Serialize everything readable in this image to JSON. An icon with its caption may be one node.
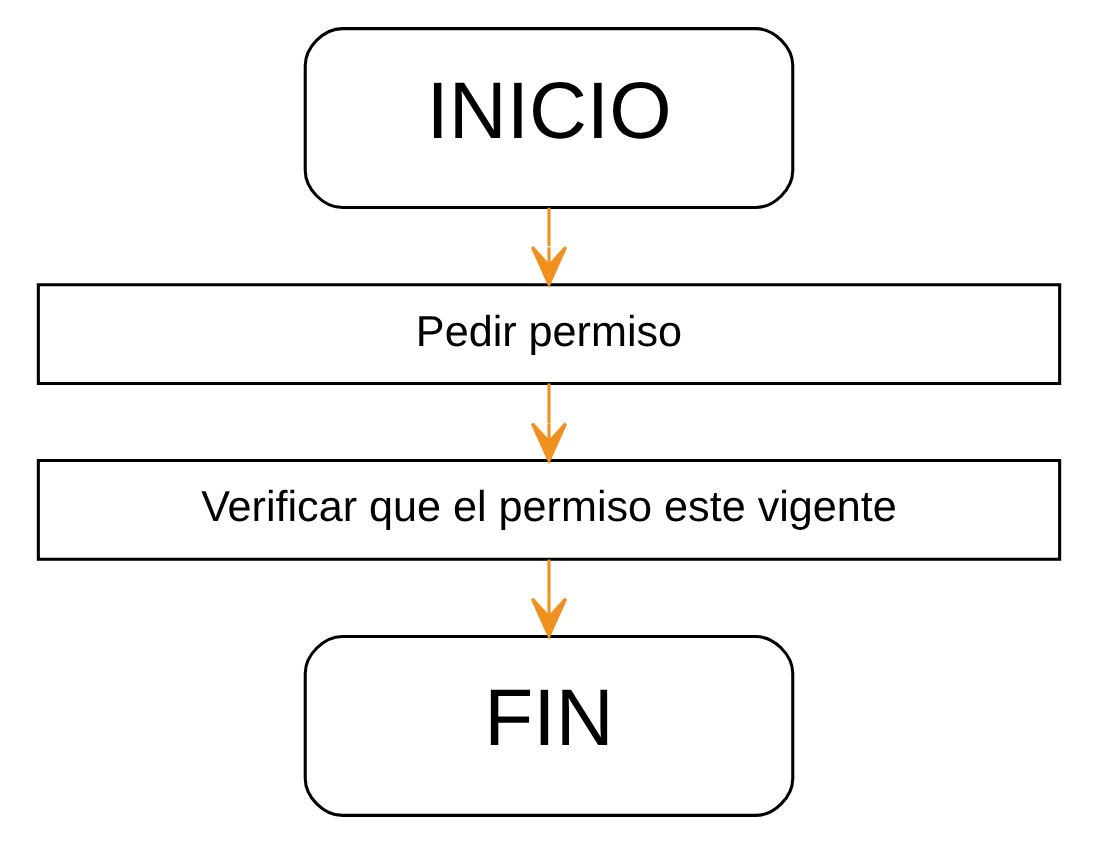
{
  "diagram": {
    "nodes": [
      {
        "text": [
          "INICIO"
        ]
      },
      {
        "text": [
          "Pedir permiso"
        ]
      },
      {
        "text": [
          "Verificar que el permiso este vigente"
        ]
      },
      {
        "text": [
          "FIN"
        ]
      }
    ],
    "edges": [
      {
        "from": 0,
        "to": 1,
        "arrow": "to"
      },
      {
        "from": 1,
        "to": 2,
        "arrow": "to"
      },
      {
        "from": 2,
        "to": 3,
        "arrow": "to"
      }
    ]
  }
}
